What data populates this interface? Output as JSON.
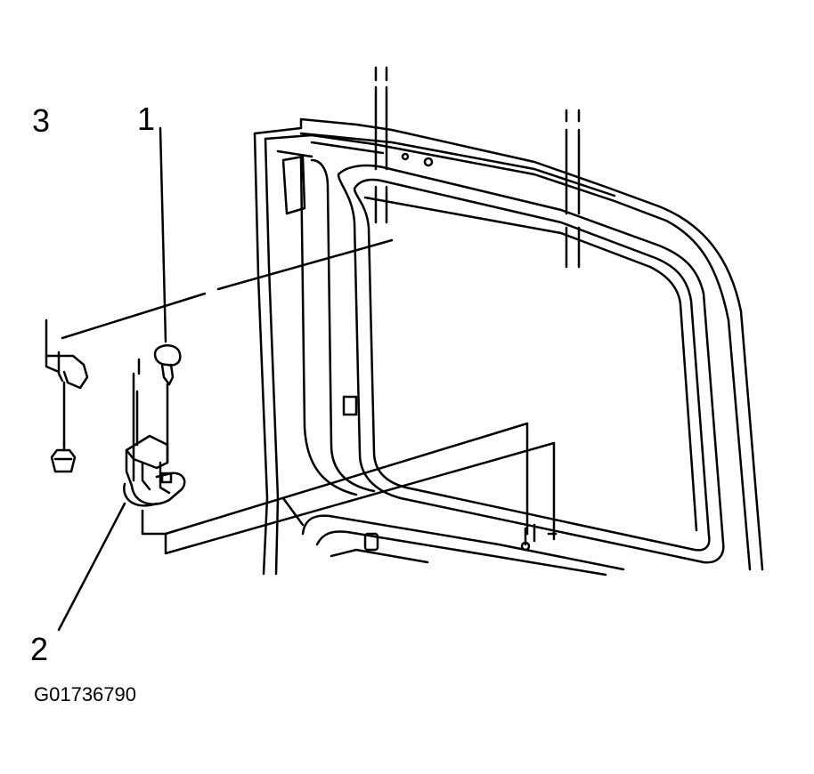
{
  "callouts": {
    "one": "1",
    "two": "2",
    "three": "3"
  },
  "figure_code": "G01736790",
  "colors": {
    "ink": "#000000",
    "paper": "#ffffff"
  }
}
